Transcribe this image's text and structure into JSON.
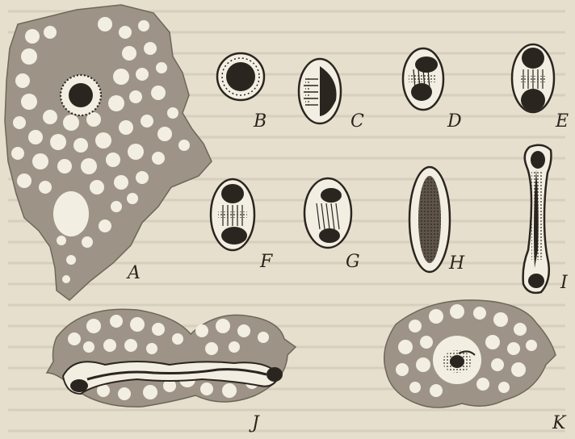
{
  "figure": {
    "labels": {
      "A": "A",
      "B": "B",
      "C": "C",
      "D": "D",
      "E": "E",
      "F": "F",
      "G": "G",
      "H": "H",
      "I": "I",
      "J": "J",
      "K": "K"
    },
    "colors": {
      "paper": "#e7dfcd",
      "cytoplasm": "#9d9487",
      "vacuole": "#f3eee2",
      "chromatin": "#2b2520",
      "outline": "#4a423a"
    }
  }
}
